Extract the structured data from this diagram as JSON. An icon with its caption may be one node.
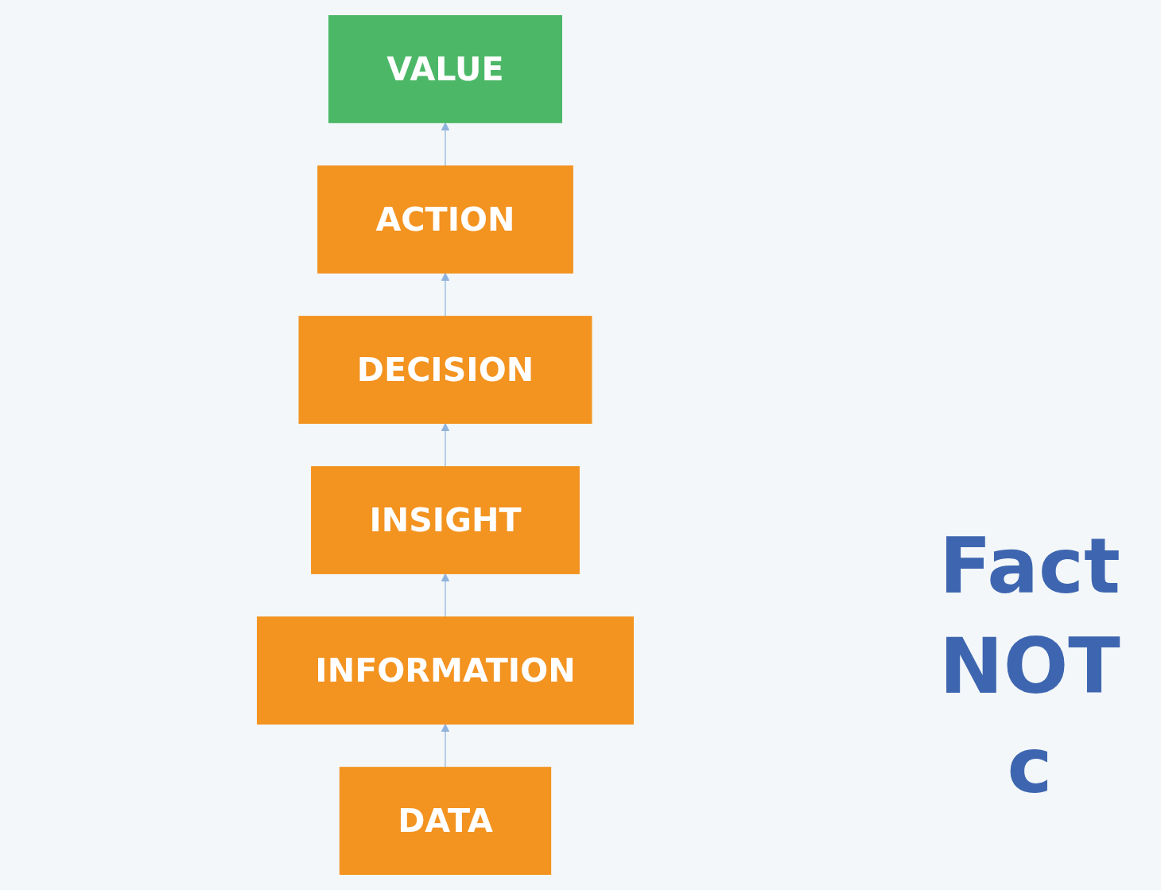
{
  "diagram": {
    "nodes": [
      {
        "text": [
          "DATA"
        ]
      },
      {
        "text": [
          "INFORMATION"
        ]
      },
      {
        "text": [
          "INSIGHT"
        ]
      },
      {
        "text": [
          "DECISION"
        ]
      },
      {
        "text": [
          "ACTION"
        ]
      },
      {
        "text": [
          "VALUE"
        ]
      }
    ],
    "edges": [
      {
        "from": 0,
        "to": 1,
        "arrow": "to"
      },
      {
        "from": 1,
        "to": 2,
        "arrow": "to"
      },
      {
        "from": 2,
        "to": 3,
        "arrow": "to"
      },
      {
        "from": 3,
        "to": 4,
        "arrow": "to"
      },
      {
        "from": 4,
        "to": 5,
        "arrow": "to"
      }
    ],
    "labels": [
      "Fact",
      "NOT",
      "c"
    ]
  }
}
